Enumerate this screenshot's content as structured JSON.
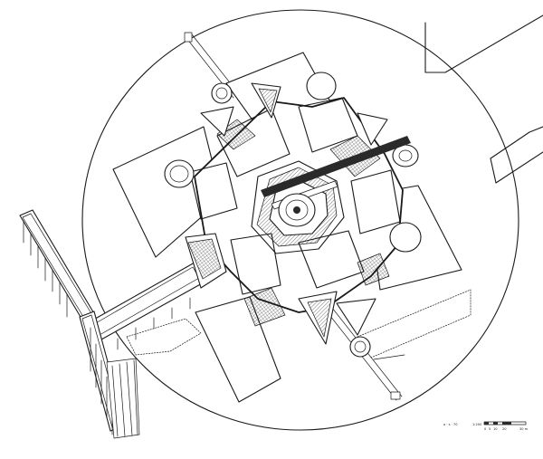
{
  "drawing": {
    "note_left": "a · s · 70",
    "scale_ratio": "1:200",
    "scale_ticks": [
      "0",
      "5",
      "10",
      "20",
      "30 m"
    ]
  },
  "colors": {
    "ink": "#1a1a1a",
    "paper": "#ffffff"
  },
  "icons": [
    "compass-rose-none",
    "scale-bar"
  ]
}
